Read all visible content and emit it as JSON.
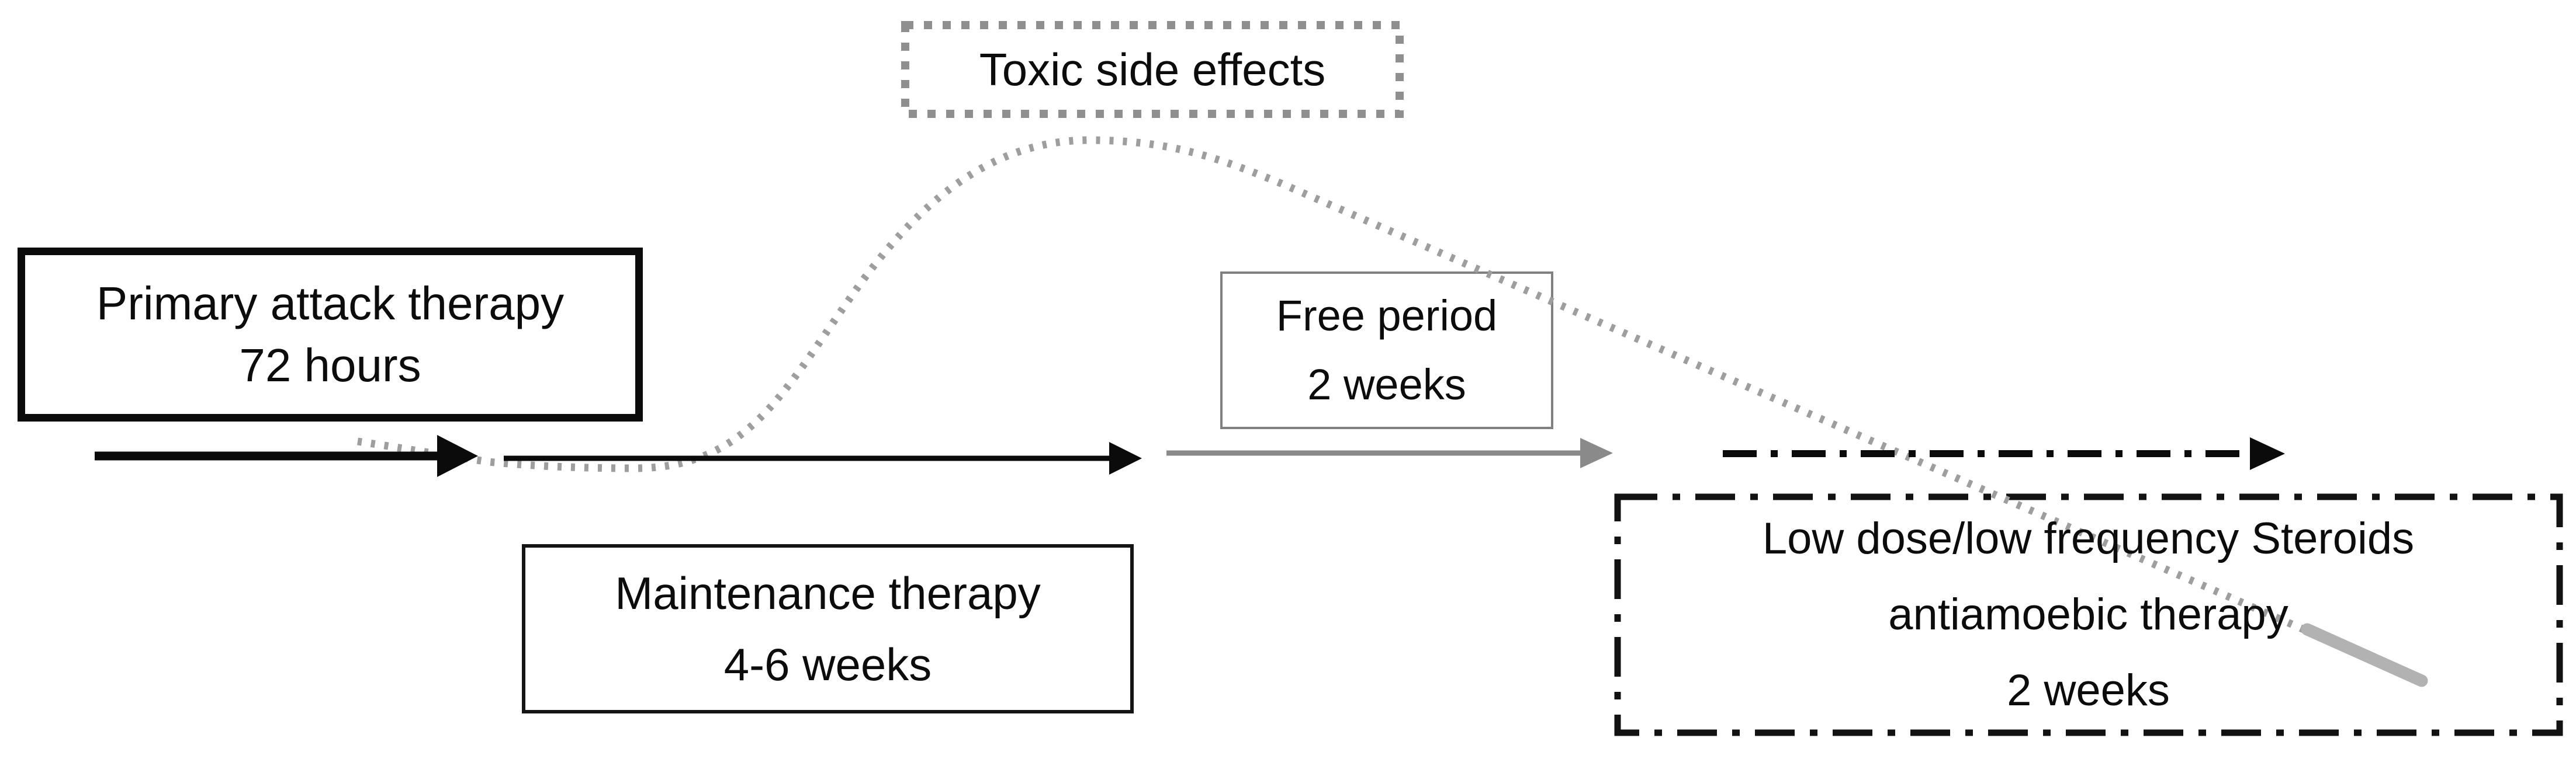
{
  "diagram": {
    "boxes": {
      "primary": {
        "lines": [
          "Primary attack therapy",
          "72 hours"
        ]
      },
      "maintenance": {
        "lines": [
          "Maintenance therapy",
          "4-6 weeks"
        ]
      },
      "free": {
        "lines": [
          "Free period",
          "2 weeks"
        ]
      },
      "toxic": {
        "lines": [
          "Toxic side effects"
        ]
      },
      "steroid": {
        "lines": [
          "Low dose/low frequency Steroids",
          "antiamoebic therapy",
          "2 weeks"
        ]
      }
    },
    "colors": {
      "ink": "#0c0c0c",
      "arrow_black": "#0b0b0b",
      "arrow_gray": "#8a8a8a",
      "curve_dot_gray": "#9e9e9e",
      "curve_tail_gray": "#b2b2b2",
      "toxic_border_gray": "#8f8f8f",
      "free_border_gray": "#808080"
    }
  }
}
